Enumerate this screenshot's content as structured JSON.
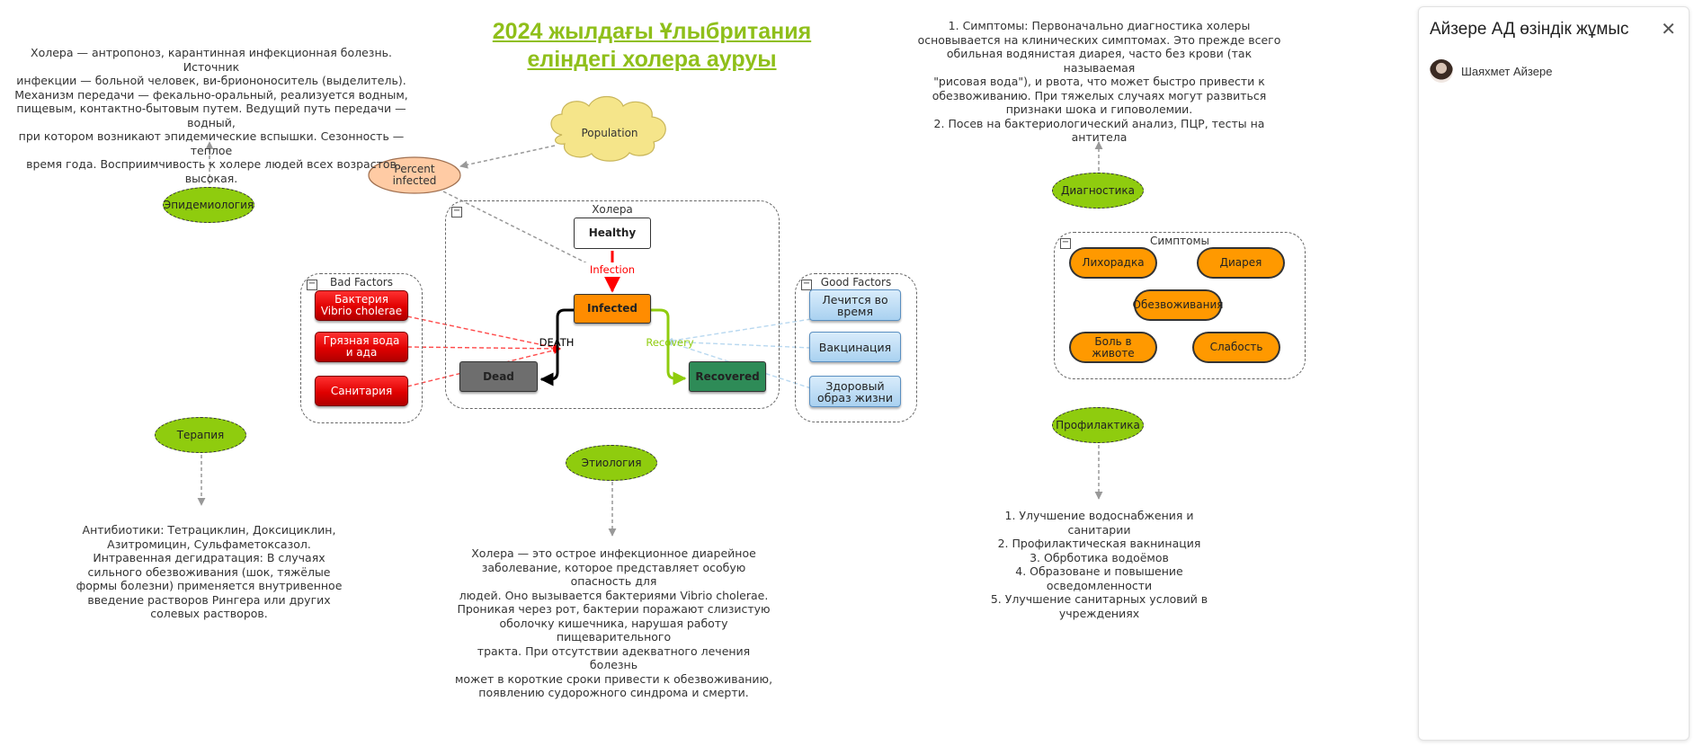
{
  "title": "2024 жылдағы Ұлыбритания\nеліндегі холера ауруы",
  "texts": {
    "epidemiology": "Холера — антропоноз, карантинная инфекционная болезнь. Источник\nинфекции — больной человек, ви-бриононоситель (выделитель).\nМеханизм передачи — фекально-оральный, реализуется водным,\nпищевым, контактно-бытовым путем. Ведущий путь передачи — водный,\nпри котором возникают эпидемические вспышки. Сезонность — теплое\nвремя года. Восприимчивость к холере людей всех возрастов высокая.",
    "therapy": "Антибиотики: Тетрациклин, Доксициклин,\nАзитромицин, Сульфаметоксазол.\nИнтравенная дегидратация: В случаях\nсильного обезвоживания (шок, тяжёлые\nформы болезни) применяется внутривенное\nвведение растворов Рингера или других\nсолевых растворов.",
    "etiology": "Холера — это острое инфекционное диарейное\nзаболевание, которое представляет особую опасность для\nлюдей. Оно вызывается бактериями Vibrio cholerae.\nПроникая через рот, бактерии поражают слизистую\nоболочку кишечника, нарушая работу пищеварительного\nтракта. При отсутствии адекватного лечения болезнь\nможет в короткие сроки привести к обезвоживанию,\nпоявлению судорожного синдрома и смерти.",
    "diagnostics": "1. Симптомы:  Первоначально диагностика холеры\nосновывается на клинических симптомах. Это прежде всего\nобильная водянистая диарея, часто без крови (так называемая\n\"рисовая вода\"), и рвота, что может быстро привести к\nобезвоживанию. При тяжелых случаях могут развиться\nпризнаки шока и гиповолемии.\n2. Посев на бактериологический анализ, ПЦР, тесты на\nантитела",
    "prevention": "1. Улучшение водоснабжения и\nсанитарии\n2. Профилактическая вакнинация\n3. Обрботика водоёмов\n4. Образоване и повышение\nосведомленности\n5. Улучшение санитарных условий в\nучреждениях"
  },
  "ovals": {
    "epidemiology": "Эпидемиология",
    "therapy": "Терапия",
    "etiology": "Этиология",
    "diagnostics": "Диагностика",
    "prevention": "Профилактика"
  },
  "population": "Population",
  "percent_infected": "Percent infected",
  "groups": {
    "bad": {
      "label": "Bad Factors",
      "items": [
        "Бактерия Vibrio cholerae",
        "Грязная вода и ада",
        "Санитария"
      ]
    },
    "cholera": {
      "label": "Холера",
      "healthy": "Healthy",
      "infected": "Infected",
      "dead": "Dead",
      "recovered": "Recovered",
      "infection_label": "Infection",
      "death_label": "DEATH",
      "recovery_label": "Recovery"
    },
    "good": {
      "label": "Good Factors",
      "items": [
        "Лечится во время",
        "Вакцинация",
        "Здоровый образ жизни"
      ]
    },
    "symptoms": {
      "label": "Симптомы",
      "items": [
        "Лихорадка",
        "Диарея",
        "Обезвоживания",
        "Боль в животе",
        "Слабость"
      ]
    }
  },
  "collapse_symbol": "−",
  "sidebar": {
    "title": "Айзере АД өзіндік жұмыс",
    "close": "✕",
    "member": "Шаяхмет Айзере"
  },
  "colors": {
    "title": "#8fbf1a",
    "oval": "#8fcc0e",
    "infected": "#ff8c00",
    "recovered": "#2e8b57",
    "dead": "#6e6e6e",
    "bad_factor": "#e00000",
    "good_factor": "#a9d1f0",
    "symptom": "#ff9900",
    "infection_arrow": "#ff0000",
    "recovery_arrow": "#8fcc0e"
  }
}
